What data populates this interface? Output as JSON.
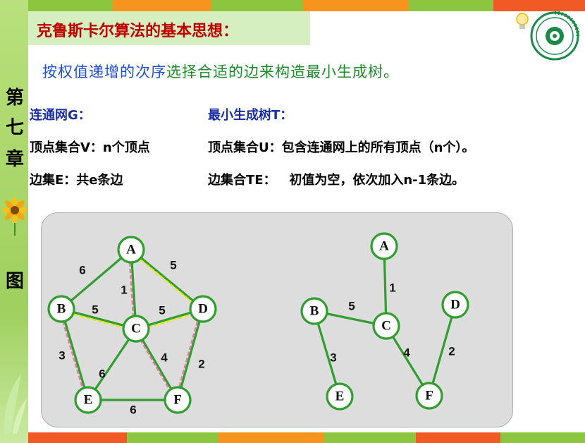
{
  "slide": {
    "title": "克鲁斯卡尔算法的基本思想：",
    "subtitle_highlight": "按权值递增的次序",
    "subtitle_rest": "选择合适的边来构造最小生成树。",
    "chapter_chars": [
      "第",
      "七",
      "章",
      "图"
    ]
  },
  "left_column": {
    "heading": "连通网G：",
    "vertices": "顶点集合V：n个顶点",
    "edges": "边集E：共e条边"
  },
  "right_column": {
    "heading": "最小生成树T：",
    "vertices": "顶点集合U：包含连通网上的所有顶点（n个）。",
    "edges": "边集合TE：   初值为空，依次加入n-1条边。"
  },
  "graph_G": {
    "nodes": [
      "A",
      "B",
      "C",
      "D",
      "E",
      "F"
    ],
    "edges": [
      {
        "from": "A",
        "to": "B",
        "weight": "6"
      },
      {
        "from": "A",
        "to": "C",
        "weight": "1"
      },
      {
        "from": "A",
        "to": "D",
        "weight": "5"
      },
      {
        "from": "B",
        "to": "C",
        "weight": "5"
      },
      {
        "from": "C",
        "to": "D",
        "weight": "5"
      },
      {
        "from": "B",
        "to": "E",
        "weight": "3"
      },
      {
        "from": "C",
        "to": "E",
        "weight": "6"
      },
      {
        "from": "C",
        "to": "F",
        "weight": "4"
      },
      {
        "from": "D",
        "to": "F",
        "weight": "2"
      },
      {
        "from": "E",
        "to": "F",
        "weight": "6"
      }
    ]
  },
  "tree_T": {
    "nodes": [
      "A",
      "B",
      "C",
      "D",
      "E",
      "F"
    ],
    "edges": [
      {
        "from": "A",
        "to": "C",
        "weight": "1"
      },
      {
        "from": "B",
        "to": "C",
        "weight": "5"
      },
      {
        "from": "B",
        "to": "E",
        "weight": "3"
      },
      {
        "from": "C",
        "to": "F",
        "weight": "4"
      },
      {
        "from": "D",
        "to": "F",
        "weight": "2"
      }
    ]
  },
  "colors": {
    "title_red": "#c00000",
    "subtitle_green": "#1a8a2a",
    "highlight_blue": "#1f4fd0",
    "edge_green": "#2f9e2f",
    "node_border": "#2f9e2f",
    "yellow_dash": "#e8e800",
    "pink_dash": "#e87ca0"
  }
}
